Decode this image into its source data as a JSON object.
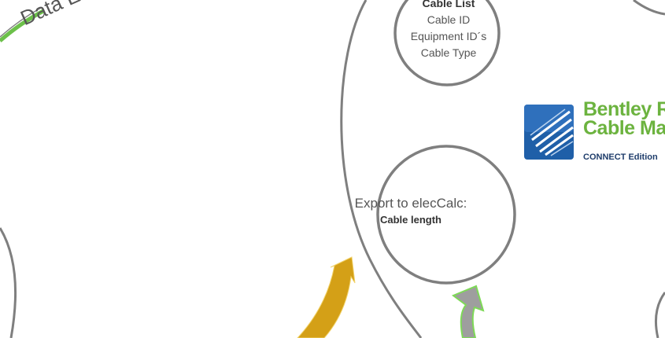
{
  "section_label": "Data Export",
  "nodes": {
    "cable_list": {
      "title": "Cable List",
      "items": [
        "Cable ID",
        "Equipment ID´s",
        "Cable Type"
      ]
    },
    "export": {
      "line1": "Export to elecCalc:",
      "line2": "Cable length"
    }
  },
  "logo": {
    "title_line1": "Bentley Ra",
    "title_line2": "Cable Mar",
    "edition": "CONNECT Edition",
    "icon": "bentley-raceway-logo-icon"
  },
  "colors": {
    "circle_stroke": "#7f7f7f",
    "arc_green": "#6cc04a",
    "arrow_gold": "#d4a017",
    "arrow_gray": "#9e9e9e",
    "arrow_green_outline": "#7ed957",
    "logo_blue": "#1f5fa8",
    "logo_green": "#6cb33f"
  }
}
